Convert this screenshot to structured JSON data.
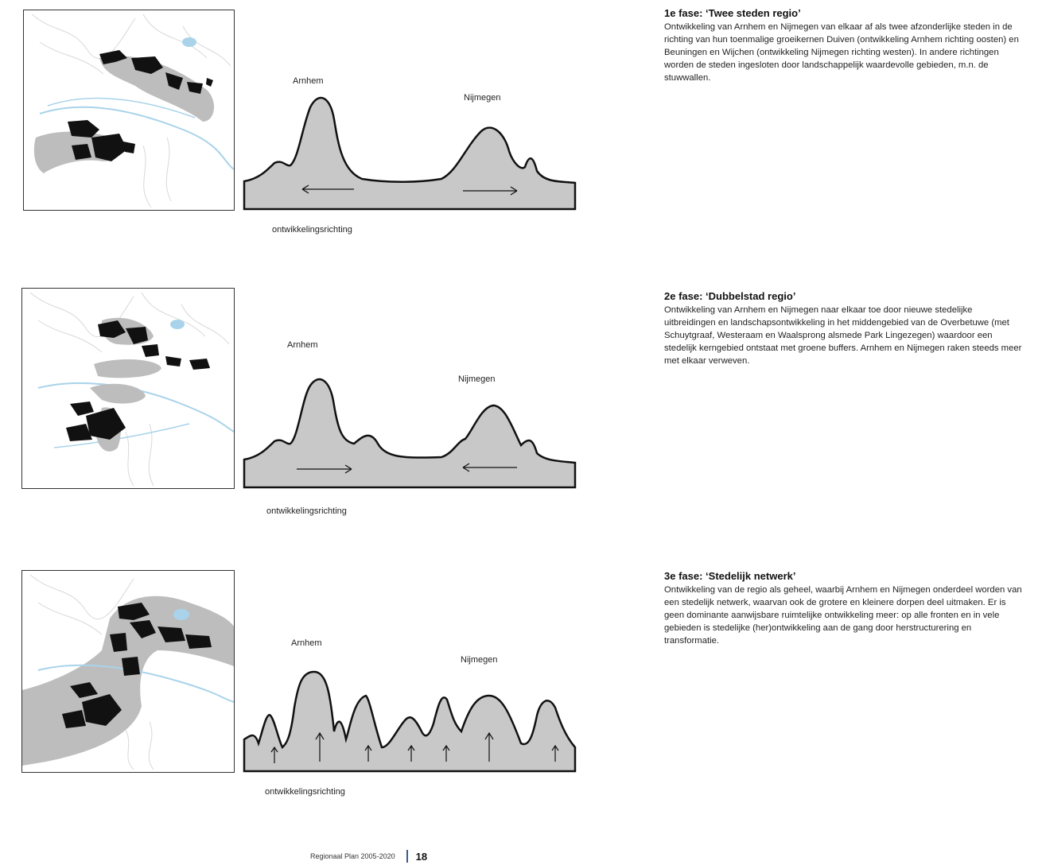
{
  "phases": [
    {
      "title": "1e fase: ‘Twee steden regio’",
      "body": "Ontwikkeling van Arnhem en Nijmegen van elkaar af als twee afzonderlijke steden in de richting van hun toenmalige groeikernen Duiven (ontwikkeling Arnhem richting oosten) en Beuningen en Wijchen (ontwikkeling Nijmegen richting westen). In andere richtingen worden de steden ingesloten door landschappelijk waardevolle gebieden, m.n. de stuwwallen.",
      "label_arnhem": "Arnhem",
      "label_nijmegen": "Nijmegen",
      "direction_label": "ontwikkelingsrichting"
    },
    {
      "title": "2e fase: ‘Dubbelstad regio’",
      "body": "Ontwikkeling van Arnhem en Nijmegen naar elkaar toe door nieuwe stedelijke uitbreidingen en landschapsontwikkeling in het middengebied van de Overbetuwe (met Schuytgraaf, Westeraam en Waalsprong alsmede Park Lingezegen) waardoor een stedelijk kerngebied ontstaat met groene buffers. Arnhem en Nijmegen raken steeds meer met elkaar verweven.",
      "label_arnhem": "Arnhem",
      "label_nijmegen": "Nijmegen",
      "direction_label": "ontwikkelingsrichting"
    },
    {
      "title": "3e fase: ‘Stedelijk netwerk’",
      "body": "Ontwikkeling van de regio als geheel, waarbij Arnhem en Nijmegen onderdeel worden van een stedelijk netwerk, waarvan ook de grotere en kleinere dorpen deel uitmaken. Er is geen dominante aanwijsbare ruimtelijke ontwikkeling meer: op alle fronten en in vele gebieden is stedelijke (her)ontwikkeling aan de gang door herstructurering en transformatie.",
      "label_arnhem": "Arnhem",
      "label_nijmegen": "Nijmegen",
      "direction_label": "ontwikkelingsrichting"
    }
  ],
  "footer": {
    "doc_title": "Regionaal Plan 2005-2020",
    "page_number": "18"
  },
  "colors": {
    "profile_fill": "#c8c8c8",
    "urban_black": "#111111",
    "river_blue": "#a9d3ea",
    "zone_gray": "#bdbdbd"
  }
}
